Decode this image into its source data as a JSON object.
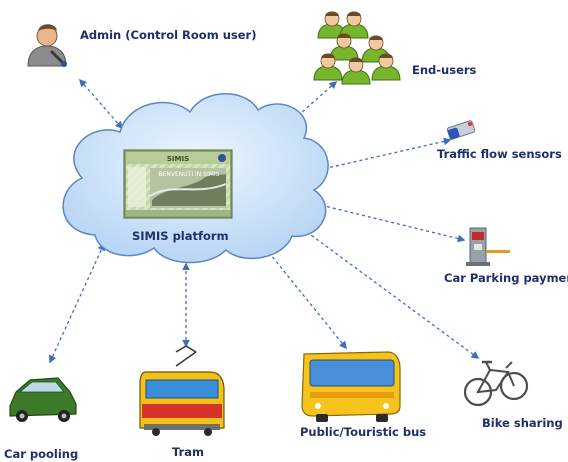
{
  "platform": {
    "label": "SIMIS platform",
    "screen_logo": "SIMIS",
    "screen_banner": "BENVENUTI IN SIMIS"
  },
  "nodes": {
    "admin": "Admin (Control Room user)",
    "end_users": "End-users",
    "traffic_sensors": "Traffic flow sensors",
    "car_parking": "Car Parking payment",
    "bike_sharing": "Bike sharing",
    "bus": "Public/Touristic bus",
    "tram": "Tram",
    "car_pooling": "Car pooling"
  },
  "colors": {
    "label": "#1f2f6b",
    "link": "#3e6fb8",
    "cloud_fill": "#c9e0f8",
    "cloud_stroke": "#5b86c6"
  },
  "icons": [
    "admin-person-icon",
    "users-group-icon",
    "sensor-camera-icon",
    "parking-meter-icon",
    "bicycle-icon",
    "bus-icon",
    "tram-icon",
    "car-icon"
  ]
}
